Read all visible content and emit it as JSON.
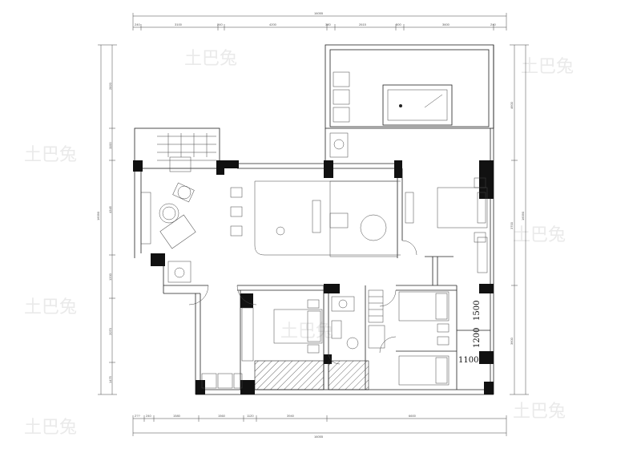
{
  "dimensions": {
    "top_total": "16055",
    "top_segments": [
      "240",
      "3100",
      "240",
      "4200",
      "380",
      "2615",
      "500",
      "3600",
      "240"
    ],
    "bottom_total": "16055",
    "bottom_segments": [
      "2??",
      "240",
      "1580",
      "1560",
      "1120",
      "3940",
      "6600"
    ],
    "left_total": "16090",
    "left_segments": [
      "2820",
      "1100",
      "4345",
      "1200",
      "2070",
      "1475"
    ],
    "right_total": "16090",
    "right_segments": [
      "4600",
      "3700",
      "3600"
    ]
  },
  "room_dims": {
    "d1500": "1500",
    "d1200": "1200",
    "d1100": "1100"
  },
  "watermark": "土巴兔"
}
